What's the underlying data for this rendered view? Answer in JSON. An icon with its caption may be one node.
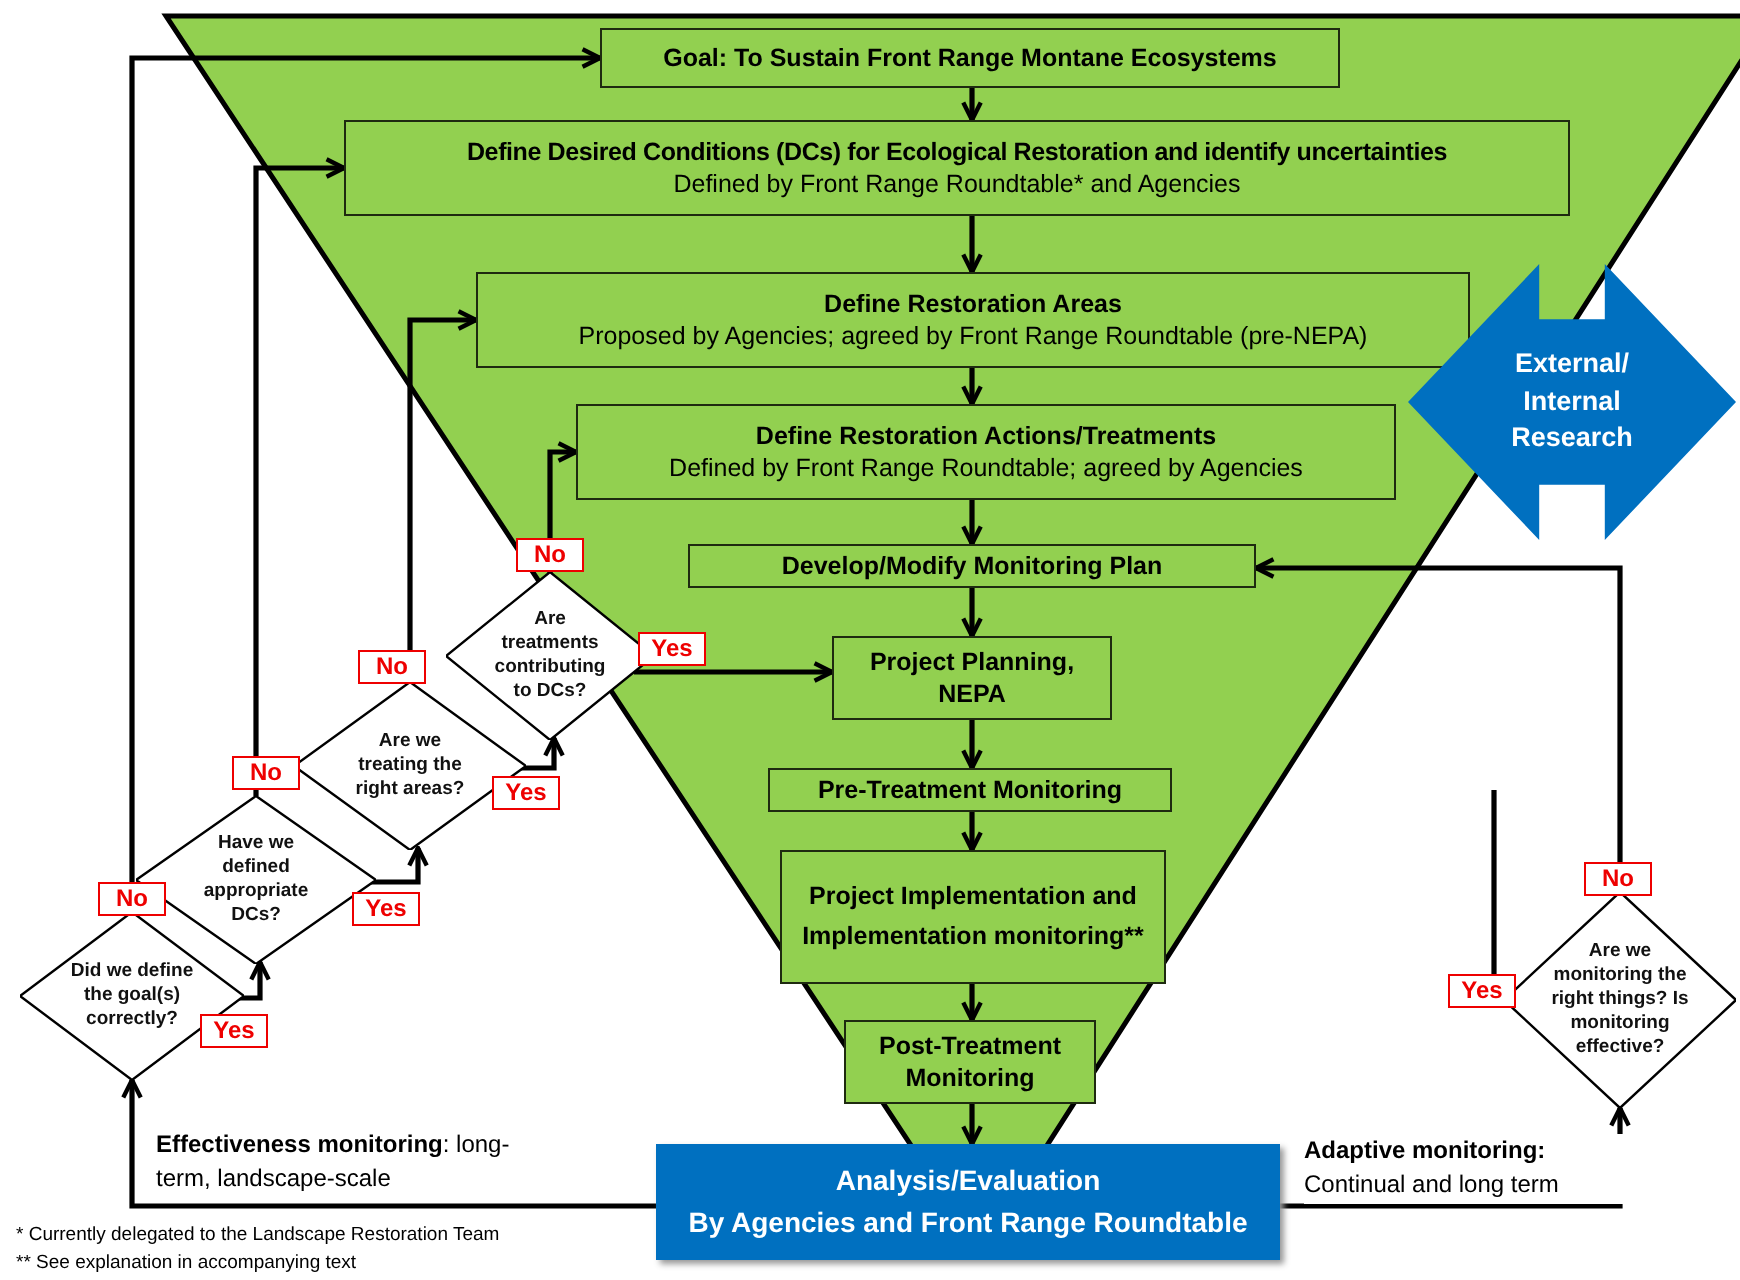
{
  "diagram": {
    "nodes": [
      {
        "text": [
          "Goal: To Sustain Front Range Montane Ecosystems"
        ]
      },
      {
        "text": [
          "Define Desired Conditions (DCs) for Ecological Restoration and identify uncertainties",
          "Defined by Front Range Roundtable* and Agencies"
        ]
      },
      {
        "text": [
          "Define Restoration Areas",
          "Proposed by Agencies; agreed by Front Range Roundtable (pre-NEPA)"
        ]
      },
      {
        "text": [
          "Define Restoration Actions/Treatments",
          "Defined by Front Range Roundtable; agreed by Agencies"
        ]
      },
      {
        "text": [
          "Develop/Modify Monitoring Plan"
        ]
      },
      {
        "text": [
          "Project Planning, NEPA"
        ]
      },
      {
        "text": [
          "Pre-Treatment Monitoring"
        ]
      },
      {
        "text": [
          "Project Implementation and Implementation monitoring**"
        ]
      },
      {
        "text": [
          "Post-Treatment Monitoring"
        ]
      },
      {
        "text": [
          "Analysis/Evaluation",
          "By Agencies and Front Range Roundtable"
        ]
      },
      {
        "text": [
          "External/ Internal Research"
        ]
      },
      {
        "text": [
          "Did we define the goal(s) correctly?"
        ]
      },
      {
        "text": [
          "Have we defined appropriate DCs?"
        ]
      },
      {
        "text": [
          "Are we treating the right areas?"
        ]
      },
      {
        "text": [
          "Are treatments contributing to DCs?"
        ]
      },
      {
        "text": [
          "Are we monitoring the right things? Is monitoring effective?"
        ]
      }
    ],
    "edges": [
      {
        "from": 0,
        "to": 1,
        "arrow": "to"
      },
      {
        "from": 1,
        "to": 2,
        "arrow": "to"
      },
      {
        "from": 2,
        "to": 3,
        "arrow": "to"
      },
      {
        "from": 3,
        "to": 4,
        "arrow": "to"
      },
      {
        "from": 4,
        "to": 5,
        "arrow": "to"
      },
      {
        "from": 5,
        "to": 6,
        "arrow": "to"
      },
      {
        "from": 6,
        "to": 7,
        "arrow": "to"
      },
      {
        "from": 7,
        "to": 8,
        "arrow": "to"
      },
      {
        "from": 8,
        "to": 9,
        "arrow": "to"
      },
      {
        "from": 9,
        "to": 11,
        "arrow": "to",
        "label": "**Effectiveness monitoring**: long-term, landscape-scale"
      },
      {
        "from": 9,
        "to": 15,
        "arrow": "to",
        "label": "**Adaptive monitoring:** Continual and long term"
      },
      {
        "from": 11,
        "to": 0,
        "arrow": "to",
        "label": "No"
      },
      {
        "from": 11,
        "to": 12,
        "arrow": "to",
        "label": "Yes"
      },
      {
        "from": 12,
        "to": 1,
        "arrow": "to",
        "label": "No"
      },
      {
        "from": 12,
        "to": 13,
        "arrow": "to",
        "label": "Yes"
      },
      {
        "from": 13,
        "to": 2,
        "arrow": "to",
        "label": "No"
      },
      {
        "from": 13,
        "to": 14,
        "arrow": "to",
        "label": "Yes"
      },
      {
        "from": 14,
        "to": 3,
        "arrow": "to",
        "label": "No"
      },
      {
        "from": 14,
        "to": 5,
        "arrow": "to",
        "label": "Yes"
      },
      {
        "from": 15,
        "to": 4,
        "arrow": "to",
        "label": "No"
      },
      {
        "from": 15,
        "to": null,
        "arrow": "none",
        "label": "Yes"
      }
    ],
    "labels": [
      "* Currently delegated to the Landscape Restoration Team",
      "** See explanation in  accompanying text"
    ]
  }
}
